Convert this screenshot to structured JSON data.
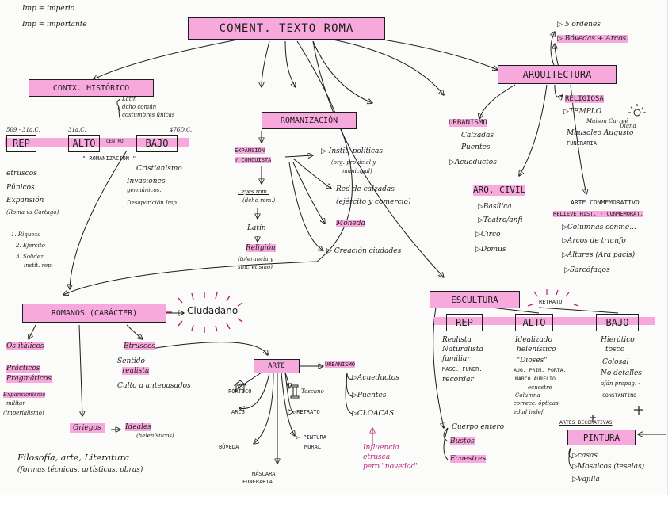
{
  "legend": {
    "imp1": "Imp = imperio",
    "imp2": "Imp = importante"
  },
  "title": "COMENT. TEXTO ROMA",
  "arquitectura": {
    "top1": "▷ 5 órdenes",
    "top2": "▷ Bóvedas + Arcos.",
    "label": "ARQUITECTURA",
    "religiosa": "RELIGIOSA",
    "templo": "▷TEMPLO",
    "maison": "Maison Carreé",
    "diana": "Diana",
    "mausoleo": "Mausoleo Augusto",
    "funeraria": "FUNERARIA",
    "urbanismo": "URBANISMO",
    "calzadas": "Calzadas",
    "puentes": "Puentes",
    "acueductos": "▷Acueductos",
    "civil": "ARQ. CIVIL",
    "basilica": "▷Basílica",
    "teatro": "▷Teatro/anfi",
    "circo": "▷Circo",
    "domus": "▷Domus",
    "conmemorativo": "ARTE CONMEMORATIVO",
    "relieve": "RELIEVE HIST. - CONMEMORAT.",
    "columnas": "▷Columnas conme...",
    "arcos": "▷Arcos de triunfo",
    "altares": "▷Altares (Ara pacis)",
    "sarcofagos": "▷Sarcófagos"
  },
  "contexto": {
    "label": "CONTX. HISTÓRICO",
    "latin": "Latín",
    "dcho": "dcho común",
    "costumbres": "costumbres únicas",
    "date1": "509 - 31a.C.",
    "date2": "31a.C.",
    "date3": "476D.C.",
    "rep": "REP",
    "alto": "ALTO",
    "centro": "CENTRO",
    "bajo": "BAJO",
    "romanizacion_q": "\" ROMANIZACIÓN \"",
    "etruscos": "etruscos",
    "punicos": "Púnicos",
    "expansion": "Expansión",
    "roma_vs": "(Roma vs Cartago)",
    "riqueza": "1. Riqueza",
    "ejercito": "2. Ejército",
    "solidez": "3. Solidez",
    "instit": "instit. rep.",
    "cristianismo": "Cristianismo",
    "invasiones": "Invasiones",
    "germanicos": "germánicos.",
    "desaparicion": "Desaparición Imp."
  },
  "romanizacion": {
    "label": "ROMANIZACIÓN",
    "expansion": "EXPANSIÓN",
    "conquista": "Y CONQUISTA",
    "instit": "▷ Instit. políticas",
    "org": "(org. provicial y",
    "municipal": "municipal)",
    "red": "Red de calzadas",
    "ejercito": "(ejército y comercio)",
    "moneda": "Moneda",
    "creacion": "▷ Creación ciudades",
    "leyes": "Leyes rom.",
    "dcho": "(dcho rom.)",
    "latin": "Latín",
    "religion": "Religión",
    "tolerancia": "(tolerancia y",
    "sincretismo": "sincretismo)"
  },
  "romanos": {
    "label": "ROMANOS (CARÁCTER)",
    "ciudadano": "Ciudadano",
    "italicos": "Os itálicos",
    "practicos": "Prácticos",
    "pragmaticos": "Pragmáticos",
    "expansionismo": "Expansionismo",
    "militar": "militar",
    "imperialismo": "(imperialismo)",
    "etruscos": "Etruscos",
    "sentido": "Sentido",
    "realista": "realista",
    "culto": "Culto a antepasados",
    "griegos": "Griegos",
    "ideales": "Ideales",
    "helenisticos": "(helenísticos)",
    "filosofia": "Filosofía, arte, Literatura",
    "formas": "(formas técnicas, artísticas, obras)"
  },
  "arte": {
    "label": "ARTE",
    "urbanismo": "URBANISMO",
    "acueductos": "▷Acueductos",
    "puentes": "▷Puentes",
    "cloacas": "▷CLOACAS",
    "portico": "PÓRTICO",
    "toscano": "Toscano",
    "arco": "ARCO",
    "retrato": "▷RETRATO",
    "pintura": "▷ PINTURA",
    "mural": "MURAL",
    "boveda": "BÓVEDA",
    "mascara": "MÁSCARA",
    "funeraria": "FUNERARIA",
    "influencia": "Influencia",
    "etrusca": "etrusca",
    "pero": "pero \"novedad\""
  },
  "escultura": {
    "label": "ESCULTURA",
    "retrato": "RETRATO",
    "rep": "REP",
    "alto": "ALTO",
    "bajo": "BAJO",
    "rep_items": [
      "Realista",
      "Naturalista",
      "familiar",
      "MASC. FUNER.",
      "recordar"
    ],
    "alto_items": [
      "Idealizado",
      "helenístico",
      "\"Dioses\"",
      "AUG. PRIM. PORTA.",
      "MARCO AURELIO",
      "ecuestre",
      "Columna",
      "correcc. ópticas",
      "edad indef."
    ],
    "bajo_items": [
      "Hierático",
      "tosco",
      "Colosal",
      "No detalles",
      "afán propag. -",
      "CONSTANTINO"
    ],
    "cuerpo": "Cuerpo entero",
    "bustos": "Bustos",
    "ecuestres": "Ecuestres",
    "artes_dec": "ARTES DECORATIVAS",
    "pintura": "PINTURA",
    "casas": "▷casas",
    "mosaicos": "▷Mosaicos (teselas)",
    "vajilla": "▷Vajilla"
  }
}
